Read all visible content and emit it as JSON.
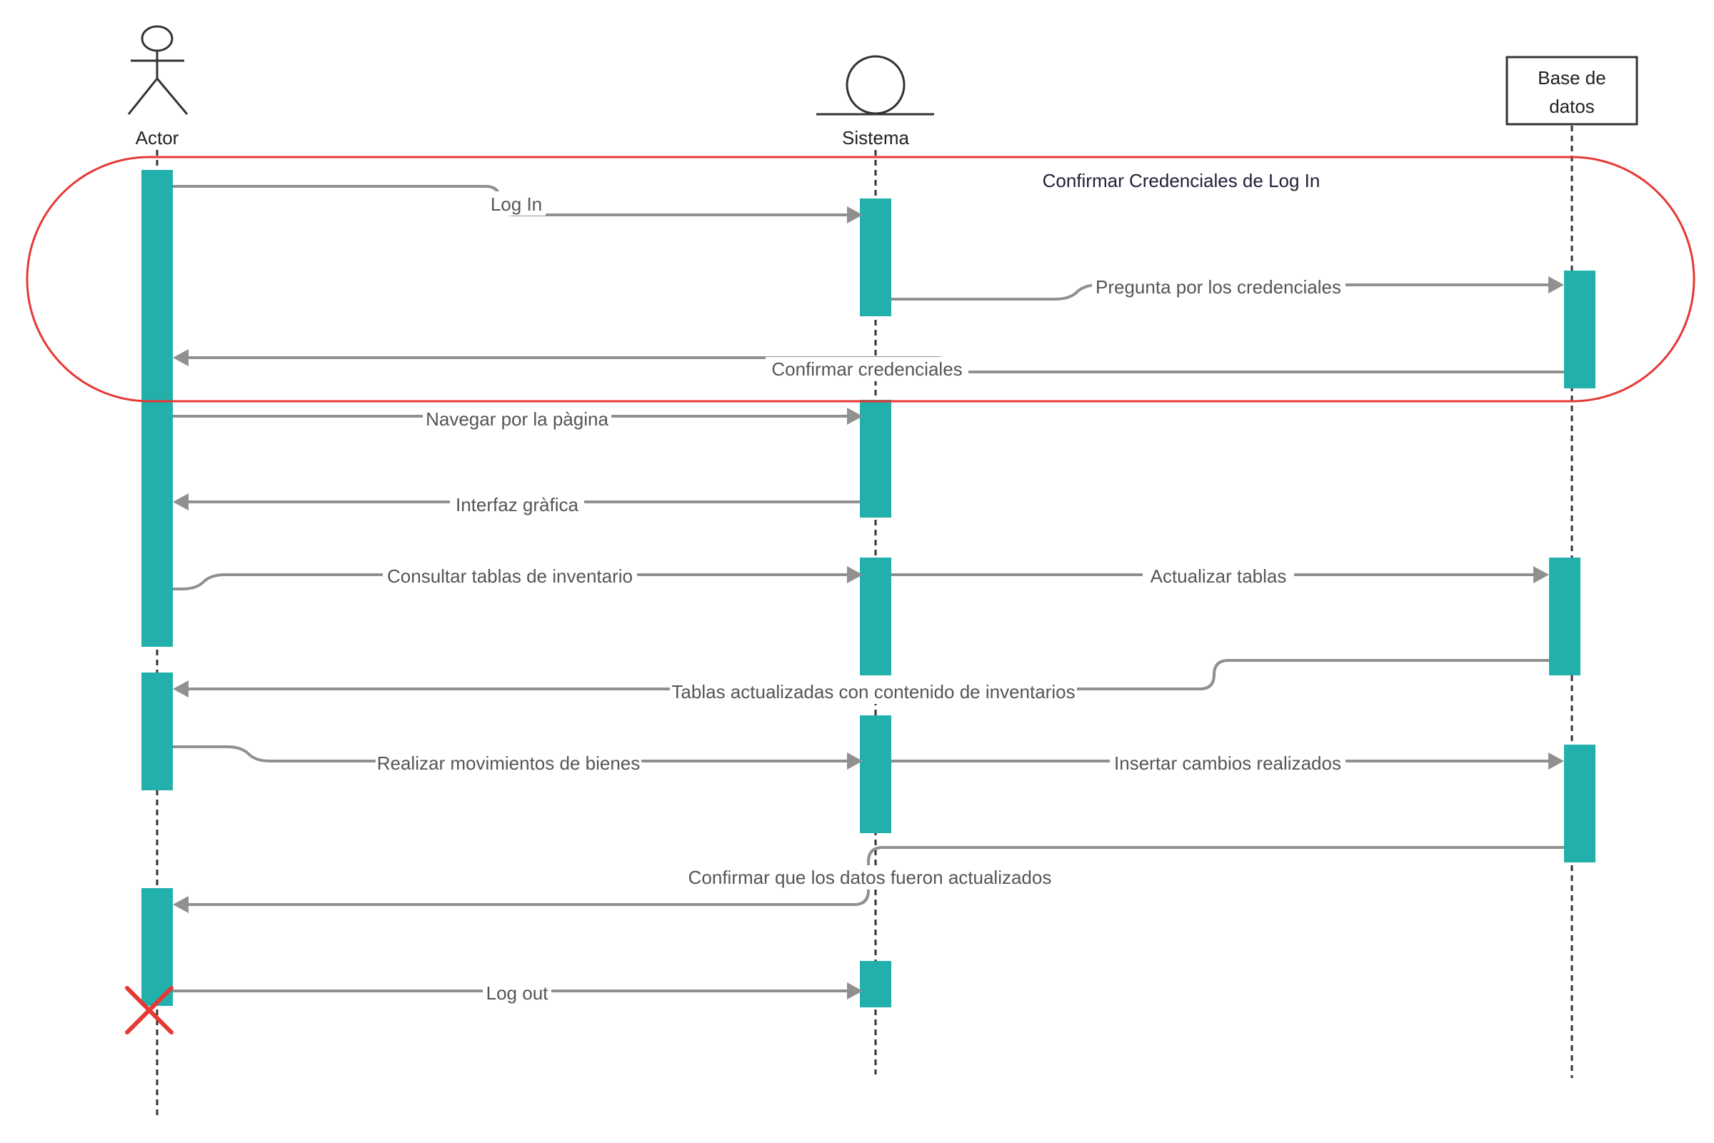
{
  "participants": {
    "actor": "Actor",
    "sistema": "Sistema",
    "base_datos_line1": "Base de",
    "base_datos_line2": "datos"
  },
  "frame": {
    "title": "Confirmar Credenciales de Log In",
    "color": "#e53935"
  },
  "messages": {
    "log_in": "Log In",
    "pregunta": "Pregunta por los credenciales",
    "confirmar_credenciales": "Confirmar credenciales",
    "navegar": "Navegar por la pàgina",
    "interfaz": "Interfaz gràfica",
    "consultar": "Consultar tablas de inventario",
    "actualizar": "Actualizar tablas",
    "tablas_actualizadas": "Tablas actualizadas con contenido de inventarios",
    "realizar": "Realizar movimientos de bienes",
    "insertar": "Insertar cambios realizados",
    "confirmar_datos": "Confirmar que los datos fueron actualizados",
    "log_out": "Log out"
  },
  "colors": {
    "activation": "#22b0ad",
    "message_line": "#909090",
    "destroy_mark": "#e53935"
  },
  "icons": {
    "actor": "stick-figure-icon",
    "sistema": "boundary-icon",
    "destroy": "destroy-x-icon"
  }
}
